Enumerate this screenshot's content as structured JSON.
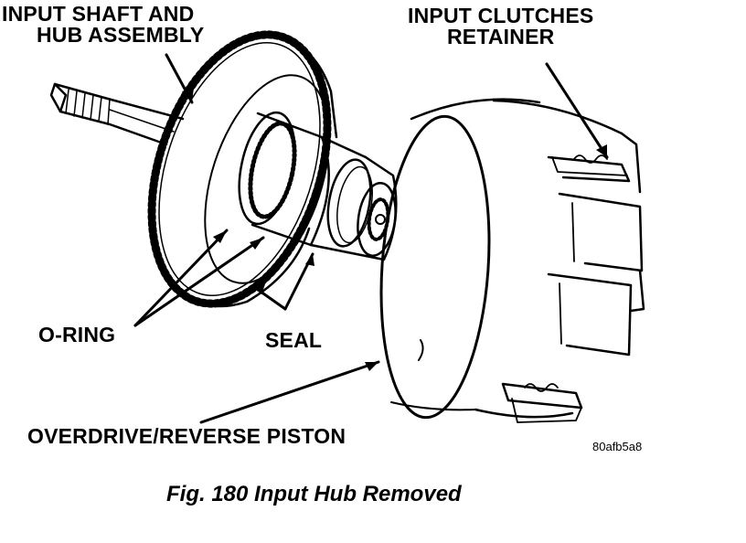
{
  "labels": {
    "input_shaft_line1": "INPUT SHAFT AND",
    "input_shaft_line2": "HUB ASSEMBLY",
    "input_clutches_line1": "INPUT CLUTCHES",
    "input_clutches_line2": "RETAINER",
    "o_ring": "O-RING",
    "seal": "SEAL",
    "piston": "OVERDRIVE/REVERSE PISTON"
  },
  "figure_code": "80afb5a8",
  "caption": "Fig. 180 Input Hub Removed",
  "colors": {
    "ink": "#000000",
    "paper": "#ffffff"
  }
}
